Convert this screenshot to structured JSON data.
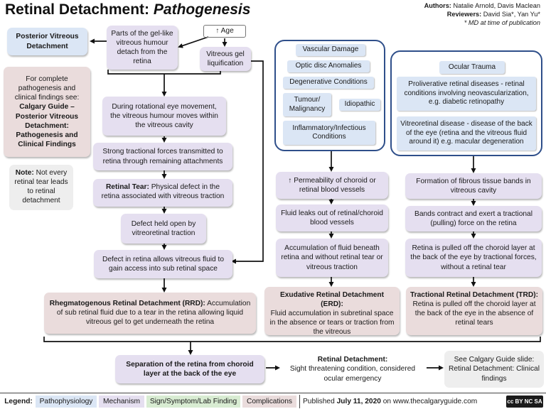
{
  "title": {
    "main": "Retinal Detachment:",
    "sub": "Pathogenesis"
  },
  "authors": {
    "authors_label": "Authors:",
    "authors_value": "Natalie Arnold, Davis Maclean",
    "reviewers_label": "Reviewers:",
    "reviewers_value": "David Sia*, Yan Yu*",
    "note": "* MD at time of publication"
  },
  "left": {
    "pvd_title": "Posterior Vitreous Detachment",
    "complete_pre": "For complete pathogenesis and clinical findings see:",
    "complete_bold": "Calgary Guide – Posterior Vitreous Detachment: Pathogenesis and Clinical Findings",
    "note_label": "Note:",
    "note_text": "Not every retinal tear leads to retinal detachment"
  },
  "rrd": {
    "parts_gel": "Parts of the gel-like vitreous humour detach from the retina",
    "age": "↑ Age",
    "liquification": "Vitreous gel liquification",
    "rotational": "During rotational eye movement, the vitreous humour moves within the vitreous cavity",
    "tractional": "Strong tractional forces transmitted to retina through remaining attachments",
    "tear_label": "Retinal Tear:",
    "tear_text": "Physical defect in the retina associated with vitreous traction",
    "defect_held": "Defect held open by vitreoretinal traction",
    "defect_access": "Defect in retina allows vitreous fluid to gain access into sub retinal space",
    "rrd_label": "Rhegmatogenous Retinal Detachment (RRD):",
    "rrd_text": "Accumulation of sub retinal fluid due to a tear in the retina allowing liquid vitreous gel to get underneath the retina"
  },
  "erd": {
    "causes": [
      "Vascular Damage",
      "Optic disc Anomalies",
      "Degenerative Conditions",
      "Tumour/ Malignancy",
      "Idiopathic",
      "Inflammatory/Infectious Conditions"
    ],
    "permeability": "↑ Permeability of choroid or retinal blood vessels",
    "fluid_leaks": "Fluid leaks out of retinal/choroid blood vessels",
    "accumulation": "Accumulation of fluid beneath retina and without retinal tear or vitreous traction",
    "erd_label": "Exudative Retinal Detachment (ERD):",
    "erd_text": "Fluid accumulation in subretinal space in the absence or tears or traction from the vitreous"
  },
  "trd": {
    "ocular_trauma": "Ocular Trauma",
    "proliferative": "Proliverative retinal diseases - retinal conditions involving neovascularization, e.g. diabetic retinopathy",
    "vitreoretinal": "Vitreoretinal disease - disease of the back of the eye (retina and the vitreous fluid around it) e.g. macular degeneration",
    "fibrous": "Formation of fibrous tissue bands in vitreous cavity",
    "bands": "Bands contract and exert a tractional (pulling) force on the retina",
    "pulled": "Retina is pulled off the choroid layer at the back of the eye by tractional forces, without a retinal tear",
    "trd_label": "Tractional Retinal Detachment (TRD):",
    "trd_text": "Retina is pulled off the choroid layer at the back of the eye in the absence of retinal tears"
  },
  "bottom": {
    "separation": "Separation of the retina from choroid layer at the back of the eye",
    "rd_label": "Retinal Detachment:",
    "rd_text": "Sight threatening condition, considered ocular emergency",
    "see_slide": "See Calgary Guide slide: Retinal Detachment: Clinical findings"
  },
  "legend": {
    "label": "Legend:",
    "items": [
      "Pathophysiology",
      "Mechanism",
      "Sign/Symptom/Lab Finding",
      "Complications"
    ],
    "published_pre": "Published",
    "published_date": "July 11, 2020",
    "published_post": "on www.thecalgaryguide.com",
    "license": "cc BY NC SA"
  },
  "colors": {
    "pathophysiology": "#dbe6f5",
    "mechanism": "#e5dff0",
    "sign": "#d8ecd2",
    "complications": "#eadcdc",
    "group_border": "#2f4f8a"
  }
}
